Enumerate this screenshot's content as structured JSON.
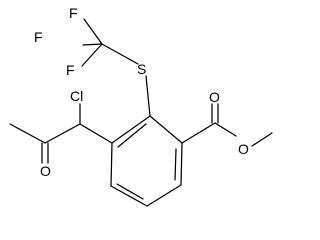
{
  "molecule": {
    "atoms": {
      "F1": "F",
      "F2": "F",
      "F3": "F",
      "S": "S",
      "Cl": "Cl",
      "O_ketone": "O",
      "O_carbonyl": "O",
      "O_ester": "O"
    }
  },
  "colors": {
    "line": "#000000",
    "label": "#000000",
    "background": "#ffffff"
  }
}
